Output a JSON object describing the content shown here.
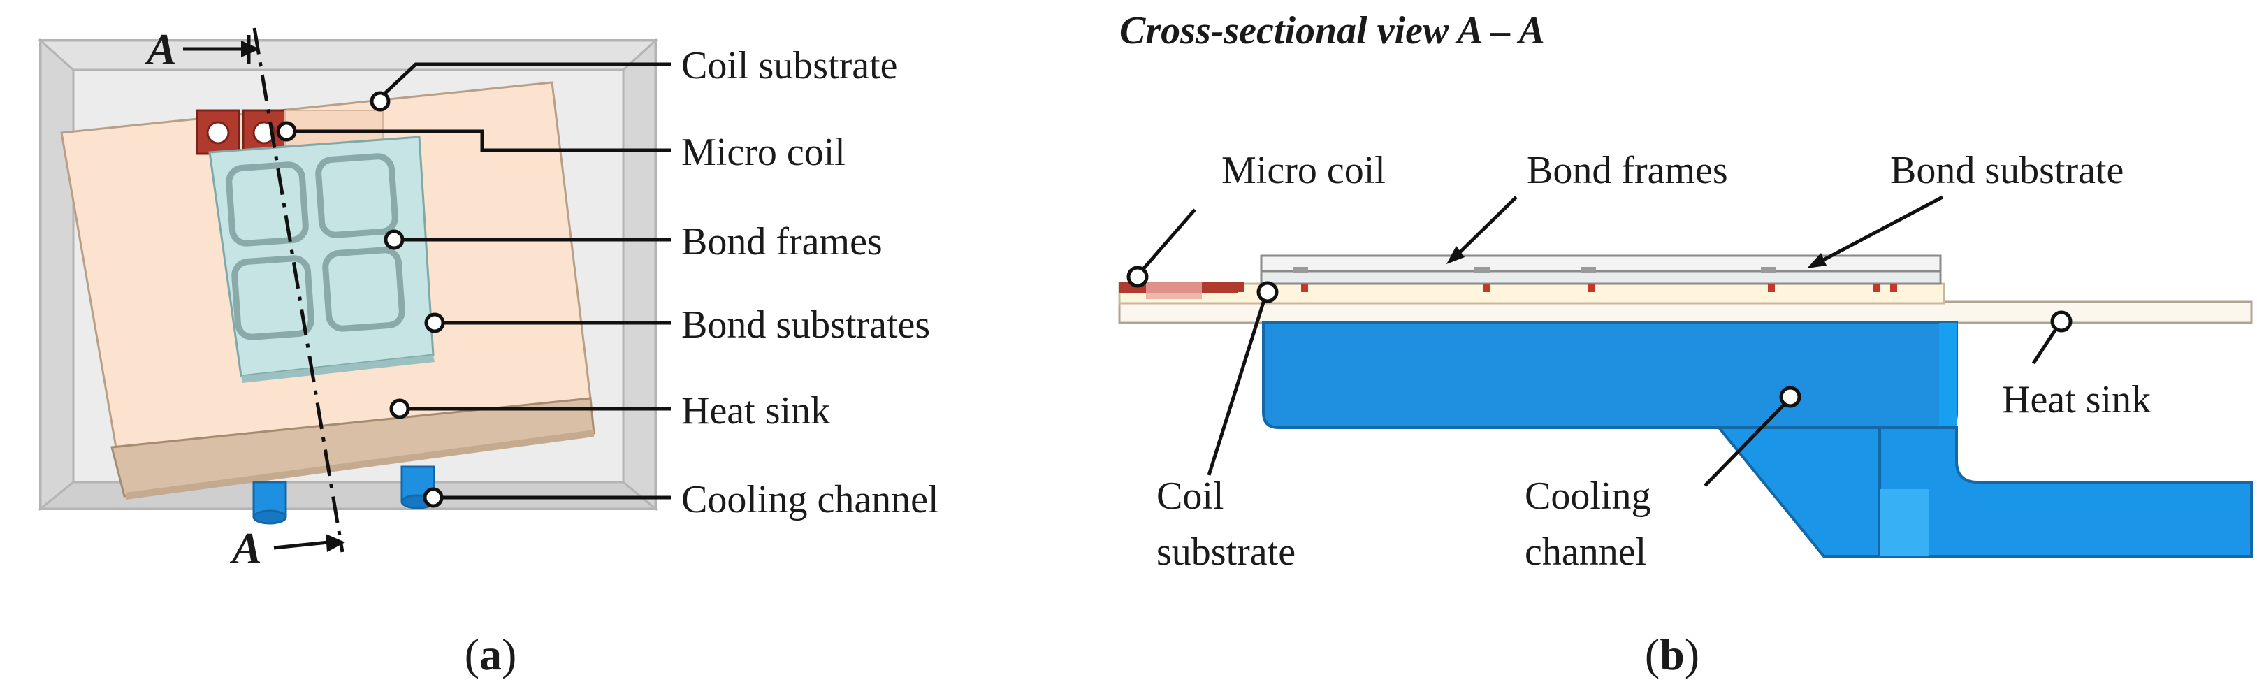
{
  "panel_a": {
    "section_marker_top": "A",
    "section_marker_bottom": "A",
    "labels": {
      "coil_substrate": "Coil substrate",
      "micro_coil": "Micro coil",
      "bond_frames": "Bond frames",
      "bond_substrates": "Bond substrates",
      "heat_sink": "Heat sink",
      "cooling_channel": "Cooling channel"
    },
    "caption_open": "(",
    "caption_letter": "a",
    "caption_close": ")"
  },
  "panel_b": {
    "title": "Cross-sectional view  A – A",
    "labels": {
      "micro_coil": "Micro coil",
      "bond_frames": "Bond frames",
      "bond_substrate": "Bond substrate",
      "heat_sink": "Heat sink",
      "coil_line1": "Coil",
      "coil_line2": "substrate",
      "cooling_line1": "Cooling",
      "cooling_line2": "channel"
    },
    "caption_open": "(",
    "caption_letter": "b",
    "caption_close": ")"
  },
  "colors": {
    "heat_sink": "#fbe3cf",
    "heat_sink_side": "#d8bfa5",
    "bond_substrate": "#c6e4e4",
    "micro_coil": "#b03a2e",
    "cooling_channel": "#1f8fe0",
    "housing": "#dcdcdc"
  }
}
